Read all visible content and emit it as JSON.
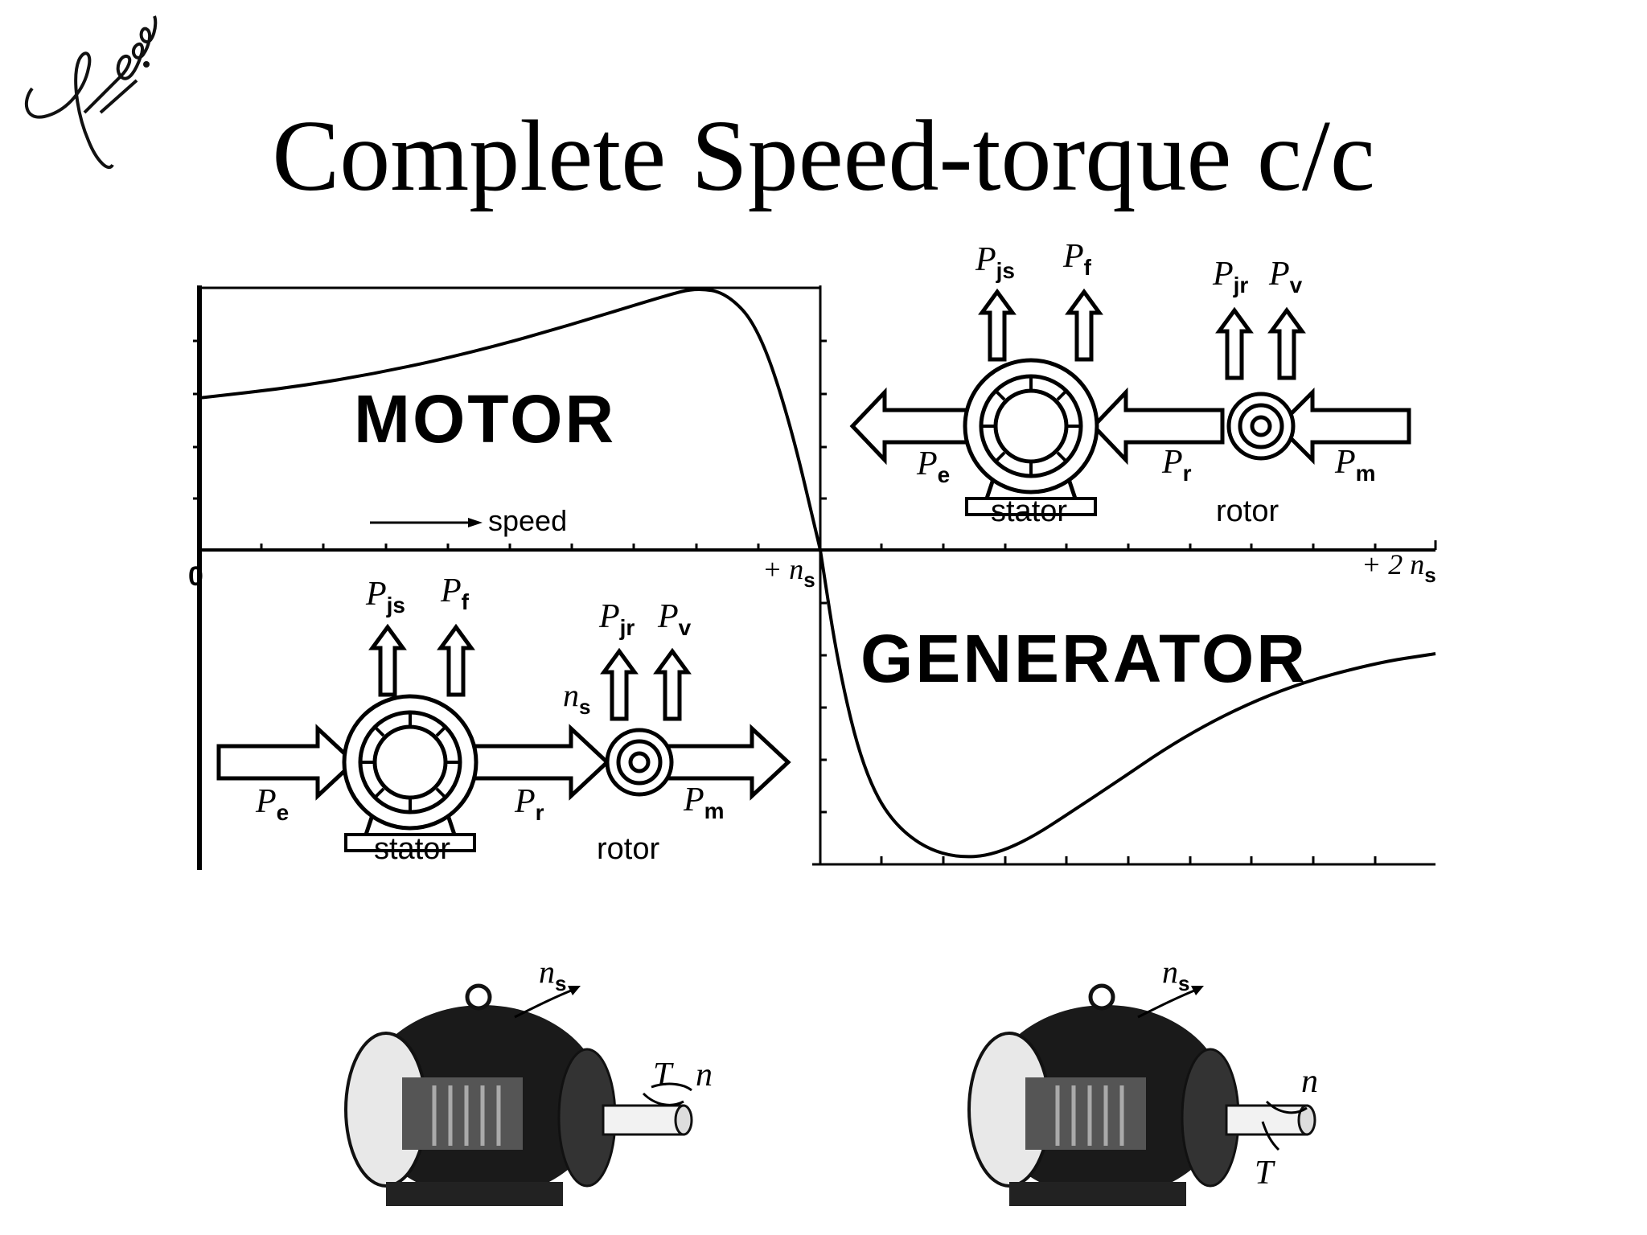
{
  "slide": {
    "title": "Complete Speed-torque c/c",
    "signature_text": "Jenam."
  },
  "chart_data": {
    "type": "line",
    "title": "",
    "x_axis": {
      "tick_labels": {
        "origin": "0",
        "ns": "+ n",
        "ns_sub": "s",
        "two_ns": "+ 2 n",
        "two_ns_sub": "s"
      },
      "range": [
        0,
        2
      ],
      "arrow_label": "speed"
    },
    "regions": {
      "motor": "MOTOR",
      "generator": "GENERATOR"
    },
    "series": [
      {
        "region": "motor",
        "x": [
          0,
          0.15,
          0.3,
          0.45,
          0.6,
          0.75,
          0.8,
          0.85,
          0.9,
          0.95,
          1.0
        ],
        "y": [
          0.58,
          0.62,
          0.68,
          0.76,
          0.86,
          0.97,
          1.0,
          0.98,
          0.85,
          0.5,
          0.0
        ]
      },
      {
        "region": "generator",
        "x": [
          1.0,
          1.03,
          1.07,
          1.12,
          1.2,
          1.3,
          1.45,
          1.6,
          1.75,
          1.9,
          2.0
        ],
        "y": [
          0.0,
          -0.38,
          -0.7,
          -0.88,
          -0.98,
          -0.97,
          -0.78,
          -0.58,
          -0.44,
          -0.36,
          -0.33
        ]
      }
    ],
    "grid": false,
    "legend": "none"
  },
  "motor_diagram": {
    "stator": "stator",
    "rotor": "rotor",
    "P": "P",
    "sub": {
      "js": "js",
      "f": "f",
      "jr": "jr",
      "v": "v",
      "e": "e",
      "r": "r",
      "m": "m"
    }
  },
  "generator_diagram": {
    "stator": "stator",
    "rotor": "rotor",
    "P": "P",
    "ns": "n",
    "ns_sub": "s",
    "sub": {
      "js": "js",
      "f": "f",
      "jr": "jr",
      "v": "v",
      "e": "e",
      "r": "r",
      "m": "m"
    }
  },
  "motor_photos": {
    "left": {
      "ns": "n",
      "ns_sub": "s",
      "T": "T",
      "n": "n"
    },
    "right": {
      "ns": "n",
      "ns_sub": "s",
      "T": "T",
      "n": "n"
    }
  }
}
